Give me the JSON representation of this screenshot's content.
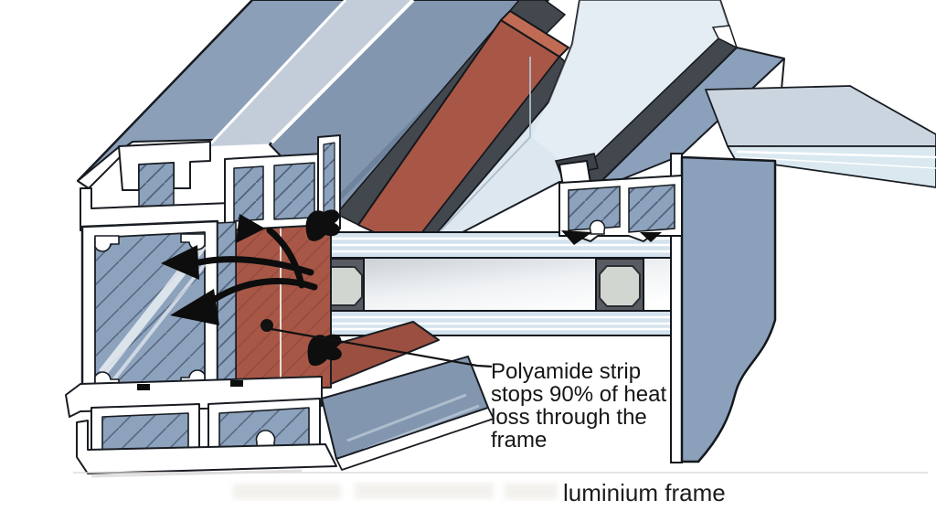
{
  "figure": {
    "type": "technical-illustration",
    "subject": "Thermally broken aluminium window frame, isometric cutaway"
  },
  "annotation": {
    "lines": [
      "Polyamide strip",
      "stops 90% of heat",
      "loss through the",
      "frame"
    ]
  },
  "caption": {
    "text": "luminium frame"
  },
  "parts": {
    "left_profile": "aluminium-frame-profile",
    "thermal_break": "polyamide-strip",
    "glazing": "double-glazing-unit",
    "bead": "glazing-bead-profile",
    "arrows": "heat-flow-arrows"
  },
  "colors": {
    "aluminium_face": "#8C9FB8",
    "aluminium_panel": "#8BA0BB",
    "aluminium_beam": "#8396B0",
    "aluminium_light": "#C2CDD9",
    "polyamide_red": "#A85747",
    "polyamide_red_light": "#C06C55",
    "gasket_dark": "#43474E",
    "glass_light": "#DCE7F0",
    "glass_top": "#CBD5E0",
    "spacer_gray": "#585C62",
    "outline_white": "#FFFFFF",
    "line_black": "#15181C"
  }
}
